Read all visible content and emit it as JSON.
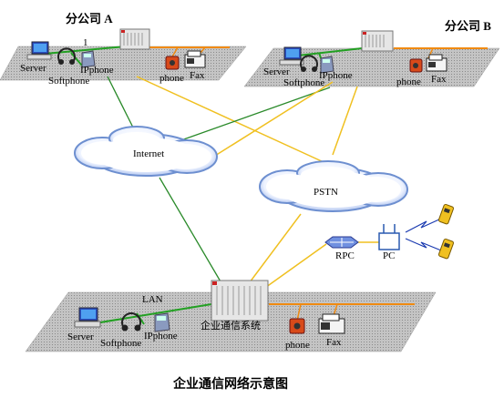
{
  "branch_a": {
    "title": "分公司 A",
    "labels": {
      "server": "Server",
      "softphone": "Softphone",
      "ipphone": "IPphone",
      "phone": "phone",
      "fax": "Fax",
      "lan_marker": "1"
    }
  },
  "branch_b": {
    "title": "分公司 B",
    "labels": {
      "server": "Server",
      "softphone": "Softphone",
      "ipphone": "IPphone",
      "phone": "phone",
      "fax": "Fax"
    }
  },
  "headquarters": {
    "lan": "LAN",
    "system": "企业通信系统",
    "labels": {
      "server": "Server",
      "softphone": "Softphone",
      "ipphone": "IPphone",
      "phone": "phone",
      "fax": "Fax"
    }
  },
  "clouds": {
    "internet": "Internet",
    "pstn": "PSTN"
  },
  "wireless": {
    "rpc": "RPC",
    "pc": "PC"
  },
  "caption": "企业通信网络示意图",
  "colors": {
    "data_link": "#2a8a2a",
    "voice_link": "#f0c020",
    "lan_green": "#22a022",
    "lan_orange": "#f08a10",
    "platform": "#b8b8b8",
    "cloud_edge": "#6d8fd0"
  },
  "icons": [
    "server-icon",
    "headset-icon",
    "ipphone-icon",
    "phone-icon",
    "fax-icon",
    "switch-icon",
    "cloud-icon",
    "router-icon",
    "base-station-icon",
    "handset-icon",
    "lightning-icon"
  ]
}
